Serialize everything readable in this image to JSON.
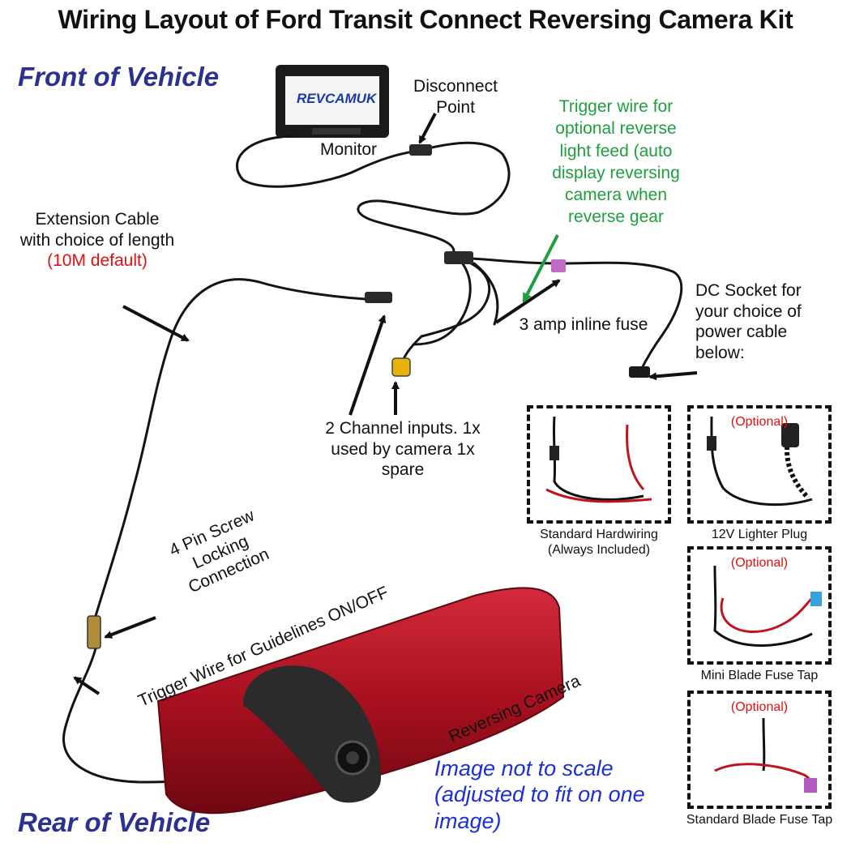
{
  "title": "Wiring Layout of Ford Transit Connect Reversing Camera Kit",
  "front_label": "Front of Vehicle",
  "rear_label": "Rear of Vehicle",
  "monitor": {
    "brand": "REVCAMUK",
    "label": "Monitor"
  },
  "disconnect_label": "Disconnect Point",
  "trigger_reverse_label": "Trigger wire for optional reverse light feed (auto display reversing camera when reverse gear",
  "extension": {
    "label": "Extension Cable with choice of length",
    "highlight": "(10M default)"
  },
  "dc_socket_label": "DC Socket for your choice of power cable below:",
  "fuse_label": "3 amp inline fuse",
  "channel_label": "2 Channel inputs. 1x used by camera 1x spare",
  "screw_label": "4 Pin Screw Locking Connection",
  "guidelines_label": "Trigger Wire for Guidelines ON/OFF",
  "camera_label": "Reversing Camera",
  "scale_note": "Image not to scale (adjusted to fit on one image)",
  "power_options": [
    {
      "caption": "Standard Hardwiring (Always Included)",
      "optional": ""
    },
    {
      "caption": "12V Lighter Plug",
      "optional": "(Optional)"
    },
    {
      "caption": "Mini Blade Fuse Tap",
      "optional": "(Optional)"
    },
    {
      "caption": "Standard Blade Fuse Tap",
      "optional": "(Optional)"
    }
  ],
  "colors": {
    "title": "#111111",
    "vehicle_label": "#2b3190",
    "trigger_note": "#1e9e3e",
    "highlight": "#e01010",
    "scale_note": "#1c2fd6",
    "camera_lens": "#9e1020"
  }
}
